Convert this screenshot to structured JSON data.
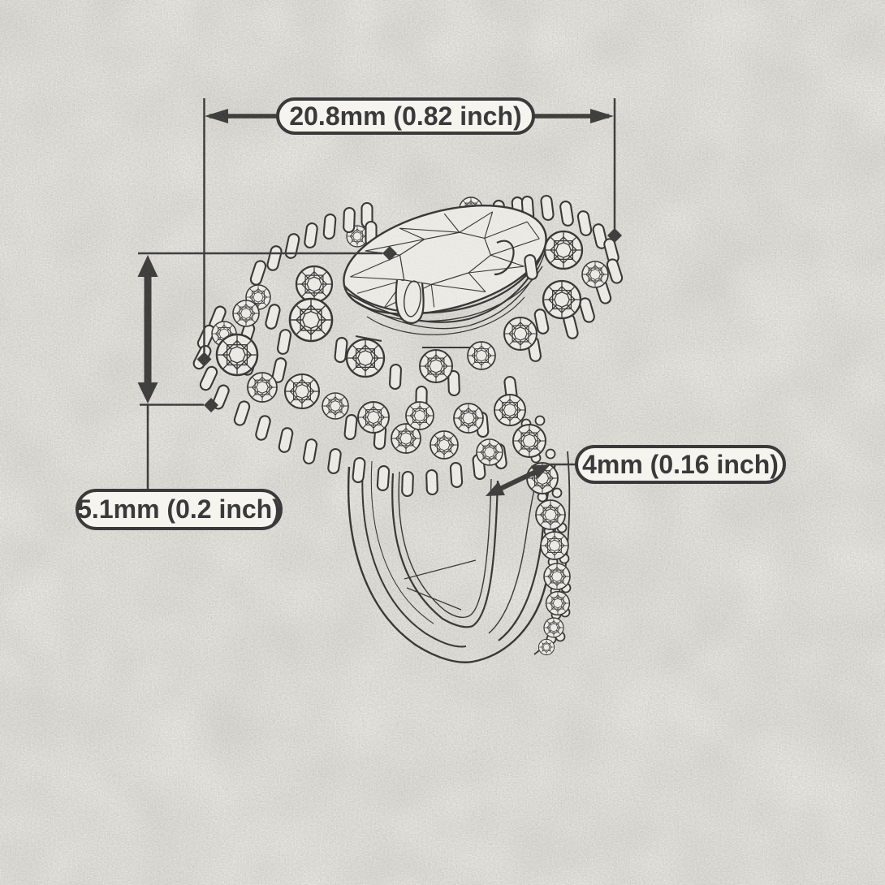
{
  "document": {
    "type": "jewelry-technical-drawing",
    "subject": "halo diamond ring side view sketch"
  },
  "colors": {
    "paper": "#edece6",
    "ink": "#333330",
    "annotation": "#3a3a38",
    "pill_fill": "#f5f4ef",
    "pill_border": "#3a3a3a",
    "label_text": "#3a3a3a"
  },
  "annotations": {
    "head_width": {
      "label": "20.8mm (0.82 inch)"
    },
    "head_height": {
      "label": "5.1mm (0.2 inch)"
    },
    "band_width": {
      "label": "4mm (0.16 inch)"
    }
  }
}
